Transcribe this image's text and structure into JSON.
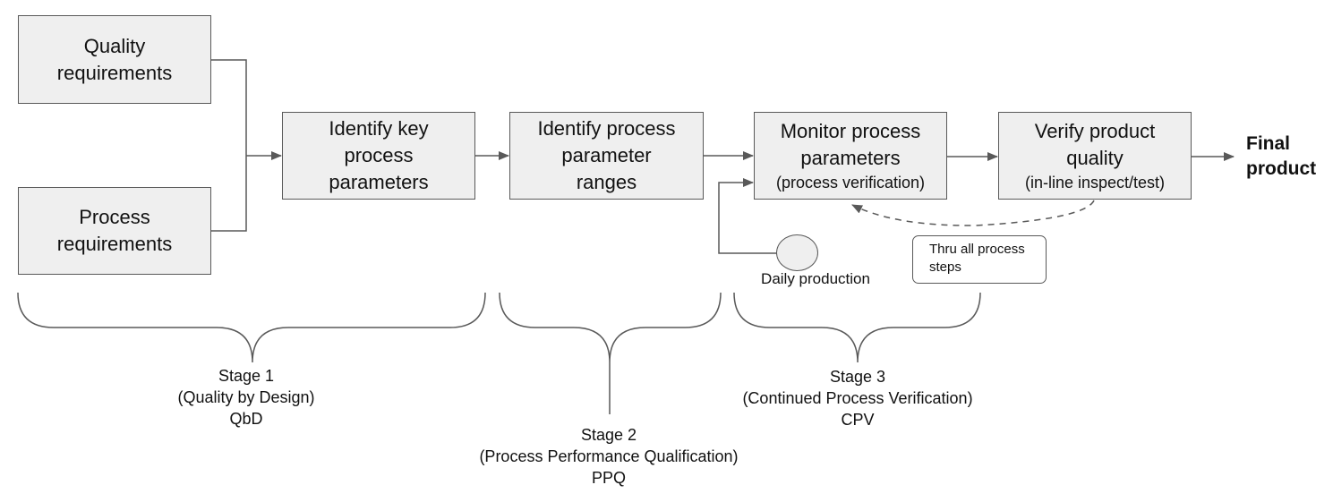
{
  "boxes": {
    "quality_requirements": [
      "Quality",
      "requirements"
    ],
    "process_requirements": [
      "Process",
      "requirements"
    ],
    "identify_key": [
      "Identify key",
      "process",
      "parameters"
    ],
    "identify_ranges": [
      "Identify process",
      "parameter",
      "ranges"
    ],
    "monitor": {
      "lines": [
        "Monitor process",
        "parameters"
      ],
      "sub": "(process verification)"
    },
    "verify": {
      "lines": [
        "Verify product",
        "quality"
      ],
      "sub": "(in-line inspect/test)"
    }
  },
  "final_product": [
    "Final",
    "product"
  ],
  "daily_production": "Daily production",
  "note": [
    "Thru all process",
    "steps"
  ],
  "stages": [
    {
      "name": "Stage 1",
      "desc": "(Quality by Design)",
      "abbr": "QbD"
    },
    {
      "name": "Stage 2",
      "desc": "(Process Performance Qualification)",
      "abbr": "PPQ"
    },
    {
      "name": "Stage 3",
      "desc": "(Continued Process Verification)",
      "abbr": "CPV"
    }
  ],
  "colors": {
    "box_fill": "#efefef",
    "line": "#595959",
    "text": "#111111"
  }
}
